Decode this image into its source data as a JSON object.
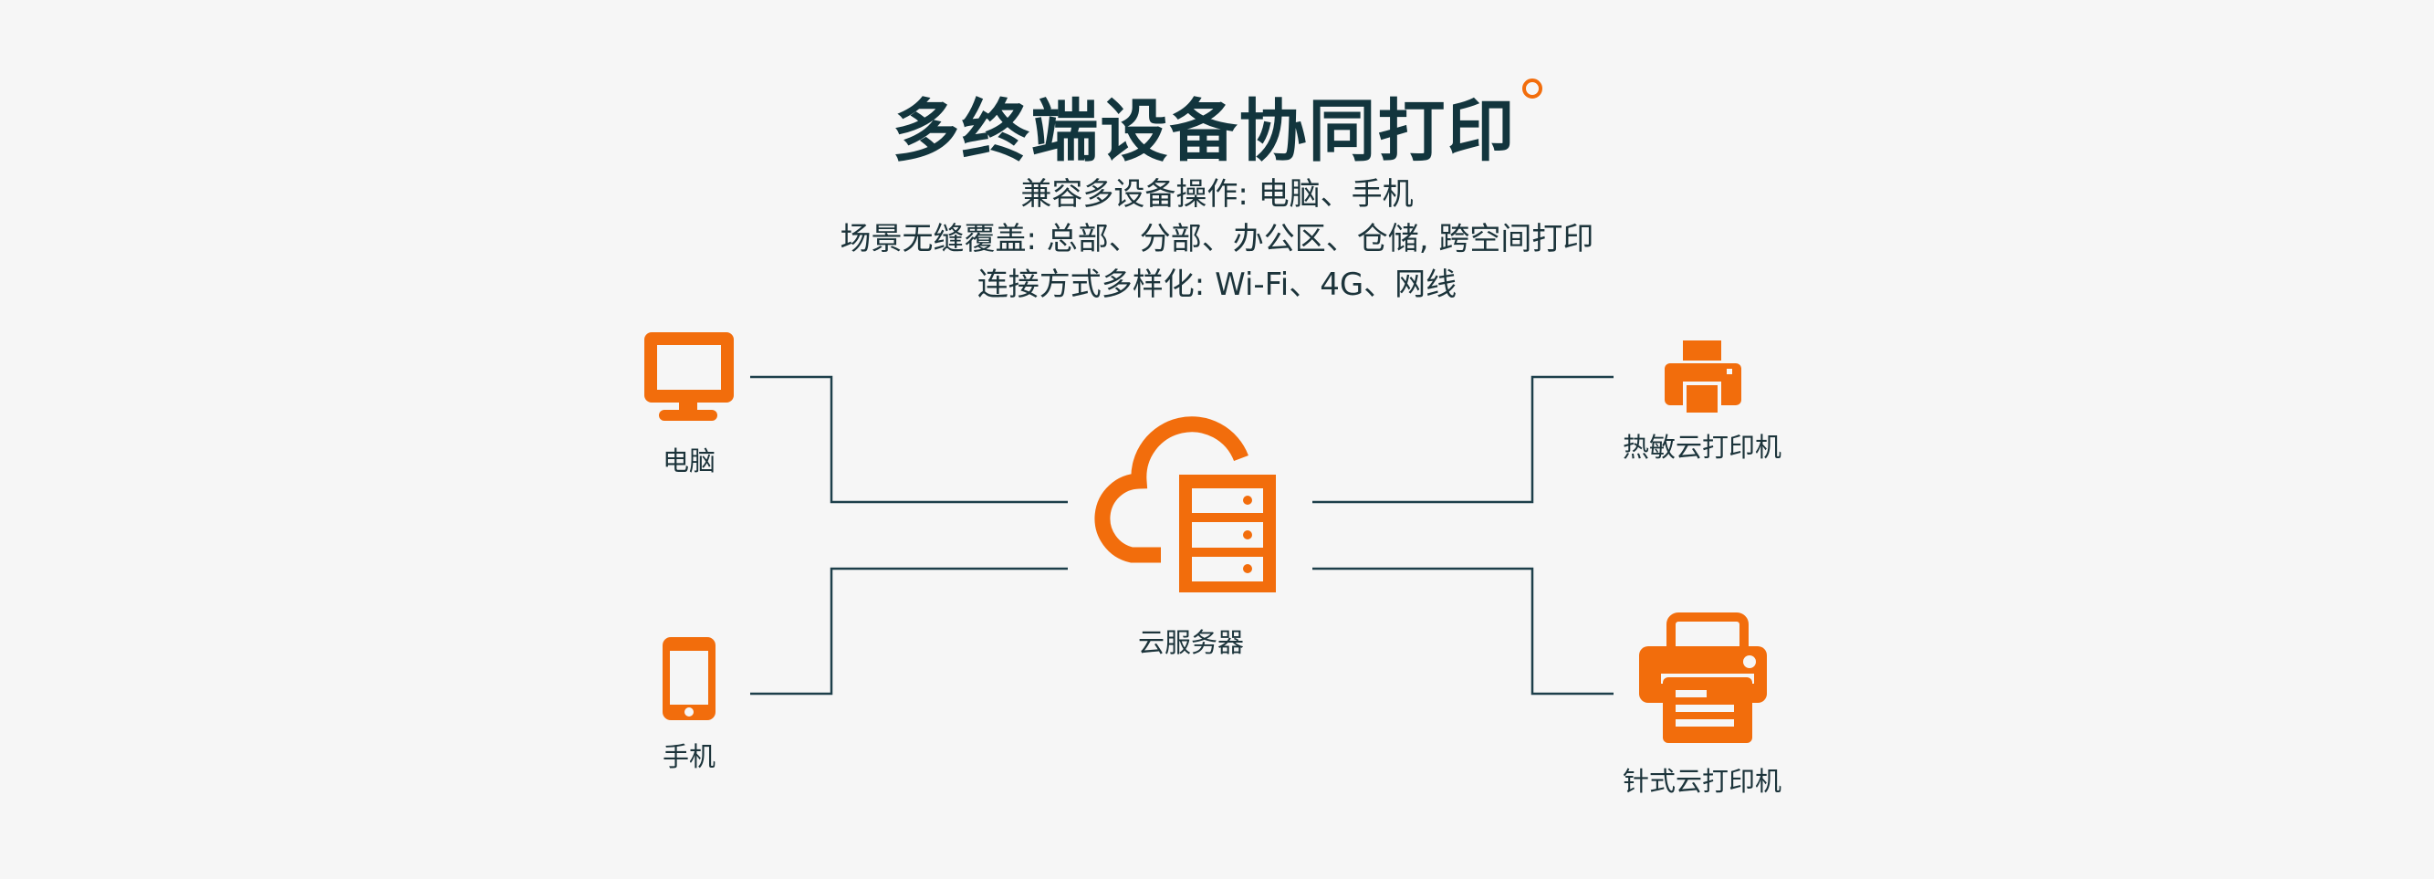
{
  "header": {
    "title": "多终端设备协同打印",
    "lines": [
      "兼容多设备操作: 电脑、手机",
      "场景无缝覆盖: 总部、分部、办公区、仓储, 跨空间打印",
      "连接方式多样化: Wi-Fi、4G、网线"
    ]
  },
  "nodes": {
    "computer": "电脑",
    "phone": "手机",
    "server": "云服务器",
    "thermal_printer": "热敏云打印机",
    "dot_matrix_printer": "针式云打印机"
  },
  "icons": {
    "computer": "monitor-icon",
    "phone": "smartphone-icon",
    "server": "cloud-server-icon",
    "thermal_printer": "printer-icon",
    "dot_matrix_printer": "printer-icon"
  },
  "colors": {
    "accent": "#f26d0c",
    "line": "#1d3f4a",
    "title": "#12353d",
    "background": "#f6f6f6"
  }
}
